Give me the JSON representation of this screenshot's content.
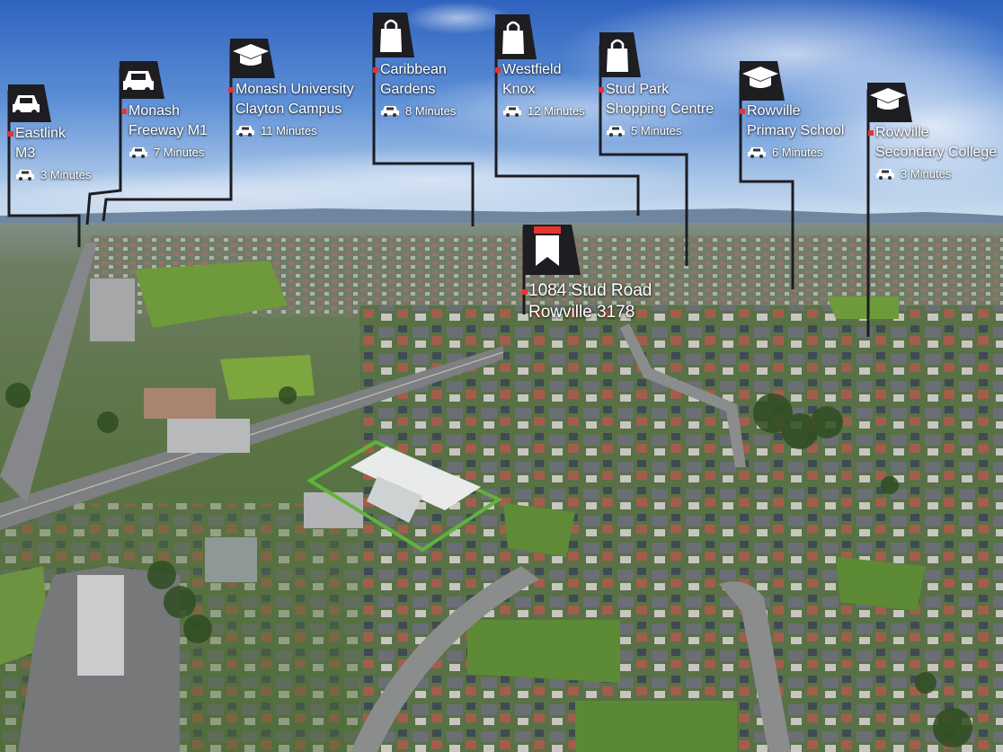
{
  "property": {
    "address_line1": "1084 Stud Road",
    "address_line2": "Rowville 3178"
  },
  "pois": [
    {
      "name_line1": "Eastlink",
      "name_line2": "M3",
      "time": "3 Minutes",
      "category": "car-icon"
    },
    {
      "name_line1": "Monash",
      "name_line2": "Freeway M1",
      "time": "7 Minutes",
      "category": "car-icon"
    },
    {
      "name_line1": "Monash University",
      "name_line2": "Clayton Campus",
      "time": "11 Minutes",
      "category": "graduation-cap-icon"
    },
    {
      "name_line1": "Caribbean",
      "name_line2": "Gardens",
      "time": "8 Minutes",
      "category": "shopping-bag-icon"
    },
    {
      "name_line1": "Westfield",
      "name_line2": "Knox",
      "time": "12 Minutes",
      "category": "shopping-bag-icon"
    },
    {
      "name_line1": "Stud Park",
      "name_line2": "Shopping Centre",
      "time": "5 Minutes",
      "category": "shopping-bag-icon"
    },
    {
      "name_line1": "Rowville",
      "name_line2": "Primary School",
      "time": "6 Minutes",
      "category": "graduation-cap-icon"
    },
    {
      "name_line1": "Rowville",
      "name_line2": "Secondary College",
      "time": "3 Minutes",
      "category": "graduation-cap-icon"
    }
  ],
  "colors": {
    "callout_line": "#1d1d22",
    "accent_red": "#e8322d",
    "label_text": "#ffffff"
  }
}
